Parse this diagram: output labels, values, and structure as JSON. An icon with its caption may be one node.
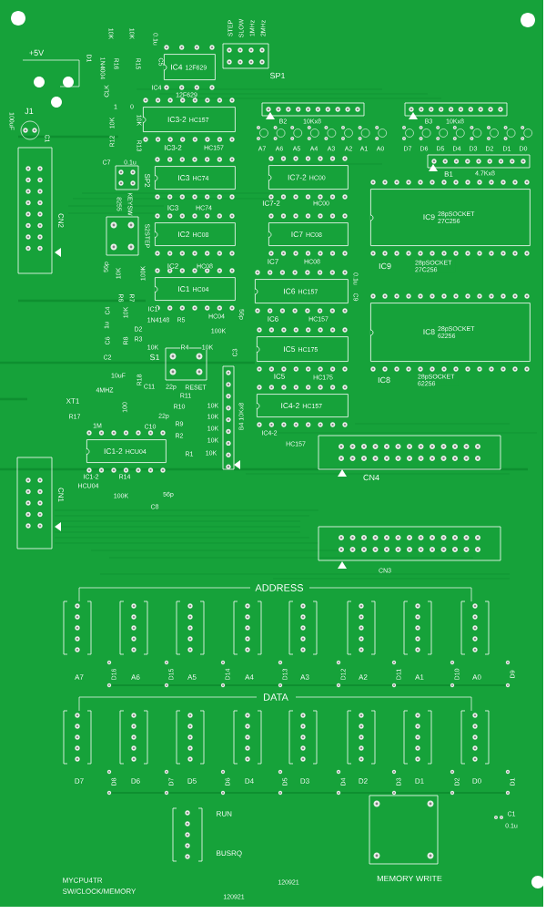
{
  "diagram": {
    "nodes": [
      {
        "text": [
          "IC4",
          "12F629"
        ]
      },
      {
        "text": [
          "IC3-2",
          "HC157"
        ]
      },
      {
        "text": [
          "IC3",
          "HC74"
        ]
      },
      {
        "text": [
          "IC7-2",
          "HC00"
        ]
      },
      {
        "text": [
          "IC9",
          "28pSOCKET 27C256"
        ]
      },
      {
        "text": [
          "IC2",
          "HC08"
        ]
      },
      {
        "text": [
          "IC7",
          "HC08"
        ]
      },
      {
        "text": [
          "IC1",
          "HC04"
        ]
      },
      {
        "text": [
          "IC6",
          "HC157"
        ]
      },
      {
        "text": [
          "IC8",
          "28pSOCKET 62256"
        ]
      },
      {
        "text": [
          "IC5",
          "HC175"
        ]
      },
      {
        "text": [
          "IC4-2",
          "HC157"
        ]
      },
      {
        "text": [
          "IC1-2",
          "HCU04"
        ]
      }
    ],
    "labels": [
      "+5V",
      "D1",
      "1N4004",
      "10K",
      "10K",
      "R16",
      "R15",
      "0.1u",
      "C5",
      "IC4",
      "12F629",
      "STEP",
      "SLOW",
      "1MHz",
      "2MHz",
      "SP1",
      "CLK",
      "1",
      "0",
      "J1",
      "100uF",
      "C1",
      "10K",
      "R12",
      "10K",
      "R13",
      "IC3-2",
      "HC157",
      "C7",
      "0.1u",
      "SP2",
      "8255",
      "KEYSW",
      "IC3",
      "HC74",
      "CN2",
      "S2STEP",
      "IC2",
      "HC08",
      "56p",
      "10K",
      "100K",
      "R6",
      "R7",
      "IC1",
      "HC04",
      "C4",
      "1u",
      "10K",
      "1N4148",
      "R5",
      "56p",
      "D2",
      "100K",
      "C6",
      "R8",
      "R3",
      "10K",
      "R4",
      "10K",
      "C3",
      "C2",
      "S1",
      "10uF",
      "R18",
      "RESET",
      "4MHZ",
      "C11",
      "22p",
      "XT1",
      "R11",
      "R10",
      "10K",
      "R17",
      "100",
      "22p",
      "R9",
      "10K",
      "1M",
      "C10",
      "R2",
      "10K",
      "10K",
      "R1",
      "10K",
      "B4 10Kx8",
      "IC1-2",
      "R14",
      "HCU04",
      "100K",
      "56p",
      "C8",
      "CN1",
      "B2",
      "10Kx8",
      "A7",
      "A6",
      "A5",
      "A4",
      "A3",
      "A2",
      "A1",
      "A0",
      "B3",
      "10Kx8",
      "D7",
      "D6",
      "D5",
      "D4",
      "D3",
      "D2",
      "D1",
      "D0",
      "B1",
      "4.7Kx8",
      "IC7-2",
      "HC00",
      "IC7",
      "HC08",
      "IC9",
      "28pSOCKET 27C256",
      "0.1u",
      "C9",
      "IC6",
      "HC157",
      "IC5",
      "HC175",
      "IC8",
      "28pSOCKET 62256",
      "IC4-2",
      "HC157",
      "CN4",
      "CN3",
      "ADDRESS",
      "A7",
      "D16",
      "A6",
      "D15",
      "A5",
      "D14",
      "A4",
      "D13",
      "A3",
      "D12",
      "A2",
      "D11",
      "A1",
      "D10",
      "A0",
      "D9",
      "DATA",
      "D7",
      "D8",
      "D6",
      "D7",
      "D5",
      "D6",
      "D4",
      "D5",
      "D3",
      "D4",
      "D2",
      "D3",
      "D1",
      "D2",
      "D0",
      "D1",
      "RUN",
      "BUSRQ",
      "C1",
      "0.1u",
      "MYCPU4TR",
      "120921",
      "MEMORY WRITE",
      "SW/CLOCK/MEMORY",
      "120921"
    ]
  }
}
